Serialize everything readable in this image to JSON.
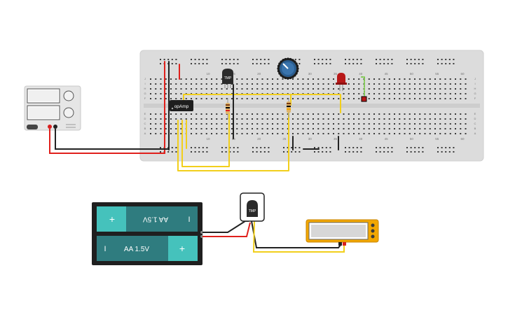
{
  "colors": {
    "background": "#ffffff",
    "breadboard": "#dcdcdc",
    "breadboard_hole": "#3a3a3a",
    "wire_red": "#e0201c",
    "wire_black": "#222222",
    "wire_yellow": "#f2cf1c",
    "battery_body": "#2f7c7f",
    "battery_cap": "#45c2bc",
    "multimeter": "#f2a700",
    "led_red": "#b81818",
    "potentiometer": "#2a5d8f"
  },
  "breadboard": {
    "column_numbers": [
      "10",
      "15",
      "20",
      "25",
      "30",
      "35",
      "40",
      "45",
      "50",
      "55",
      "60"
    ],
    "row_letters_top": [
      "J",
      "I",
      "H",
      "G",
      "F"
    ],
    "row_letters_bottom": [
      "E",
      "D",
      "C",
      "B",
      "A"
    ]
  },
  "components": {
    "opamp_label": "opAmp",
    "sensor_top_label": "TMP",
    "sensor_bottom_label": "TMP",
    "battery_top_label": "AA 1.5V",
    "battery_bottom_label": "AA 1.5V",
    "plus_sign": "+",
    "minus_sign": "I"
  },
  "icons": {
    "potentiometer": "knob-icon",
    "led": "red-led-icon",
    "resistor": "resistor-icon",
    "power_supply": "power-supply-icon",
    "multimeter": "multimeter-icon"
  }
}
